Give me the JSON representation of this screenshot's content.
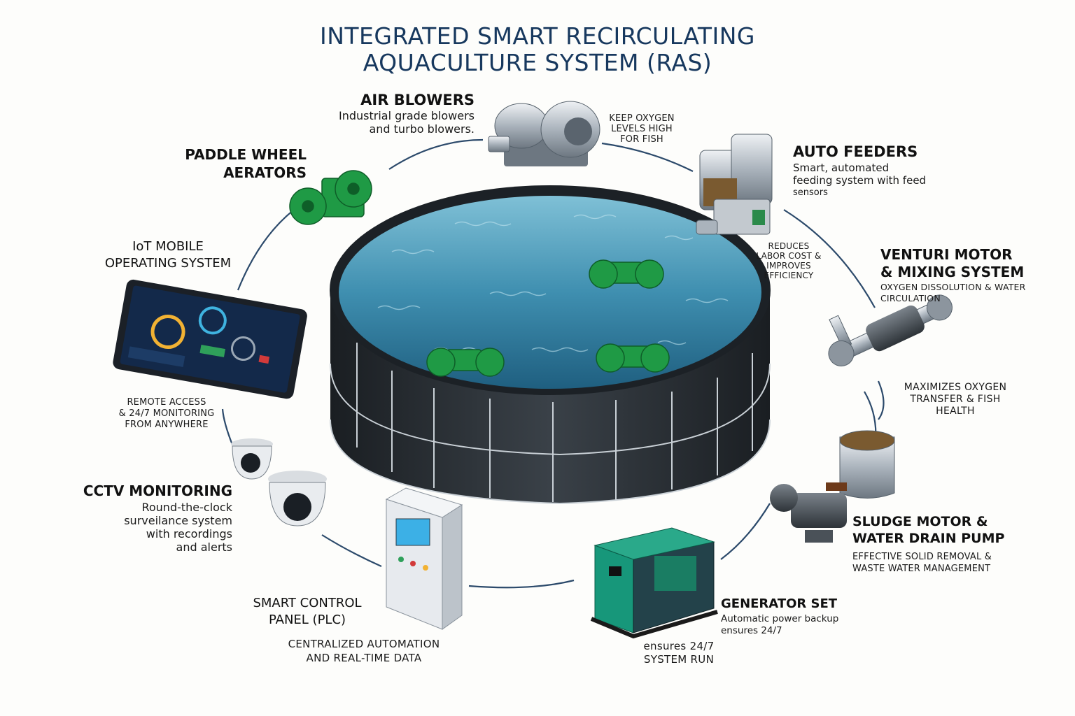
{
  "title": {
    "line1": "INTEGRATED SMART RECIRCULATING",
    "line2": "AQUACULTURE SYSTEM (RAS)"
  },
  "components": {
    "air_blowers": {
      "heading": "AIR BLOWERS",
      "desc1": "Industrial grade blowers",
      "desc2": "and turbo blowers.",
      "note1": "KEEP OXYGEN",
      "note2": "LEVELS HIGH",
      "note3": "FOR FISH",
      "icon": "air-blower-icon"
    },
    "paddle_wheel": {
      "heading1": "PADDLE WHEEL",
      "heading2": "AERATORS",
      "icon": "paddle-wheel-icon"
    },
    "auto_feeders": {
      "heading": "AUTO FEEDERS",
      "desc1": "Smart, automated",
      "desc2": "feeding system with feed",
      "desc3": "sensors",
      "note1": "REDUCES",
      "note2": "LABOR COST &",
      "note3": "IMPROVES",
      "note4": "EFFICIENCY",
      "icon": "auto-feeder-icon"
    },
    "iot": {
      "heading1": "IoT MOBILE",
      "heading2": "OPERATING SYSTEM",
      "note1": "REMOTE ACCESS",
      "note2": "& 24/7 MONITORING",
      "note3": "FROM ANYWHERE",
      "icon": "tablet-icon"
    },
    "venturi": {
      "heading1": "VENTURI MOTOR",
      "heading2": "& MIXING SYSTEM",
      "desc1": "OXYGEN DISSOLUTION & WATER",
      "desc2": "CIRCULATION",
      "note1": "MAXIMIZES OXYGEN",
      "note2": "TRANSFER & FISH",
      "note3": "HEALTH",
      "icon": "venturi-pipe-icon"
    },
    "cctv": {
      "heading": "CCTV MONITORING",
      "desc1": "Round-the-clock",
      "desc2": "surveilance system",
      "desc3": "with recordings",
      "desc4": "and alerts",
      "icon": "cctv-camera-icon"
    },
    "sludge": {
      "heading1": "SLUDGE MOTOR &",
      "heading2": "WATER DRAIN PUMP",
      "desc1": "EFFECTIVE SOLID REMOVAL &",
      "desc2": "WASTE WATER MANAGEMENT",
      "icon": "sludge-pump-icon"
    },
    "control_panel": {
      "heading1": "SMART CONTROL",
      "heading2": "PANEL (PLC)",
      "desc1": "CENTRALIZED AUTOMATION",
      "desc2": "AND REAL-TIME DATA",
      "icon": "control-panel-icon"
    },
    "generator": {
      "heading": "GENERATOR SET",
      "desc1": "Automatic power backup",
      "desc2": "ensures 24/7",
      "note1": "ensures 24/7",
      "note2": "SYSTEM RUN",
      "icon": "generator-icon"
    },
    "tank": {
      "icon": "aquaculture-tank-icon"
    }
  },
  "colors": {
    "title": "#17385e",
    "water": "#3f8fb0",
    "tank_wall": "#24292e",
    "paddle_green": "#1f9a45",
    "generator_green": "#17977a",
    "connector": "#2c4a6b"
  }
}
